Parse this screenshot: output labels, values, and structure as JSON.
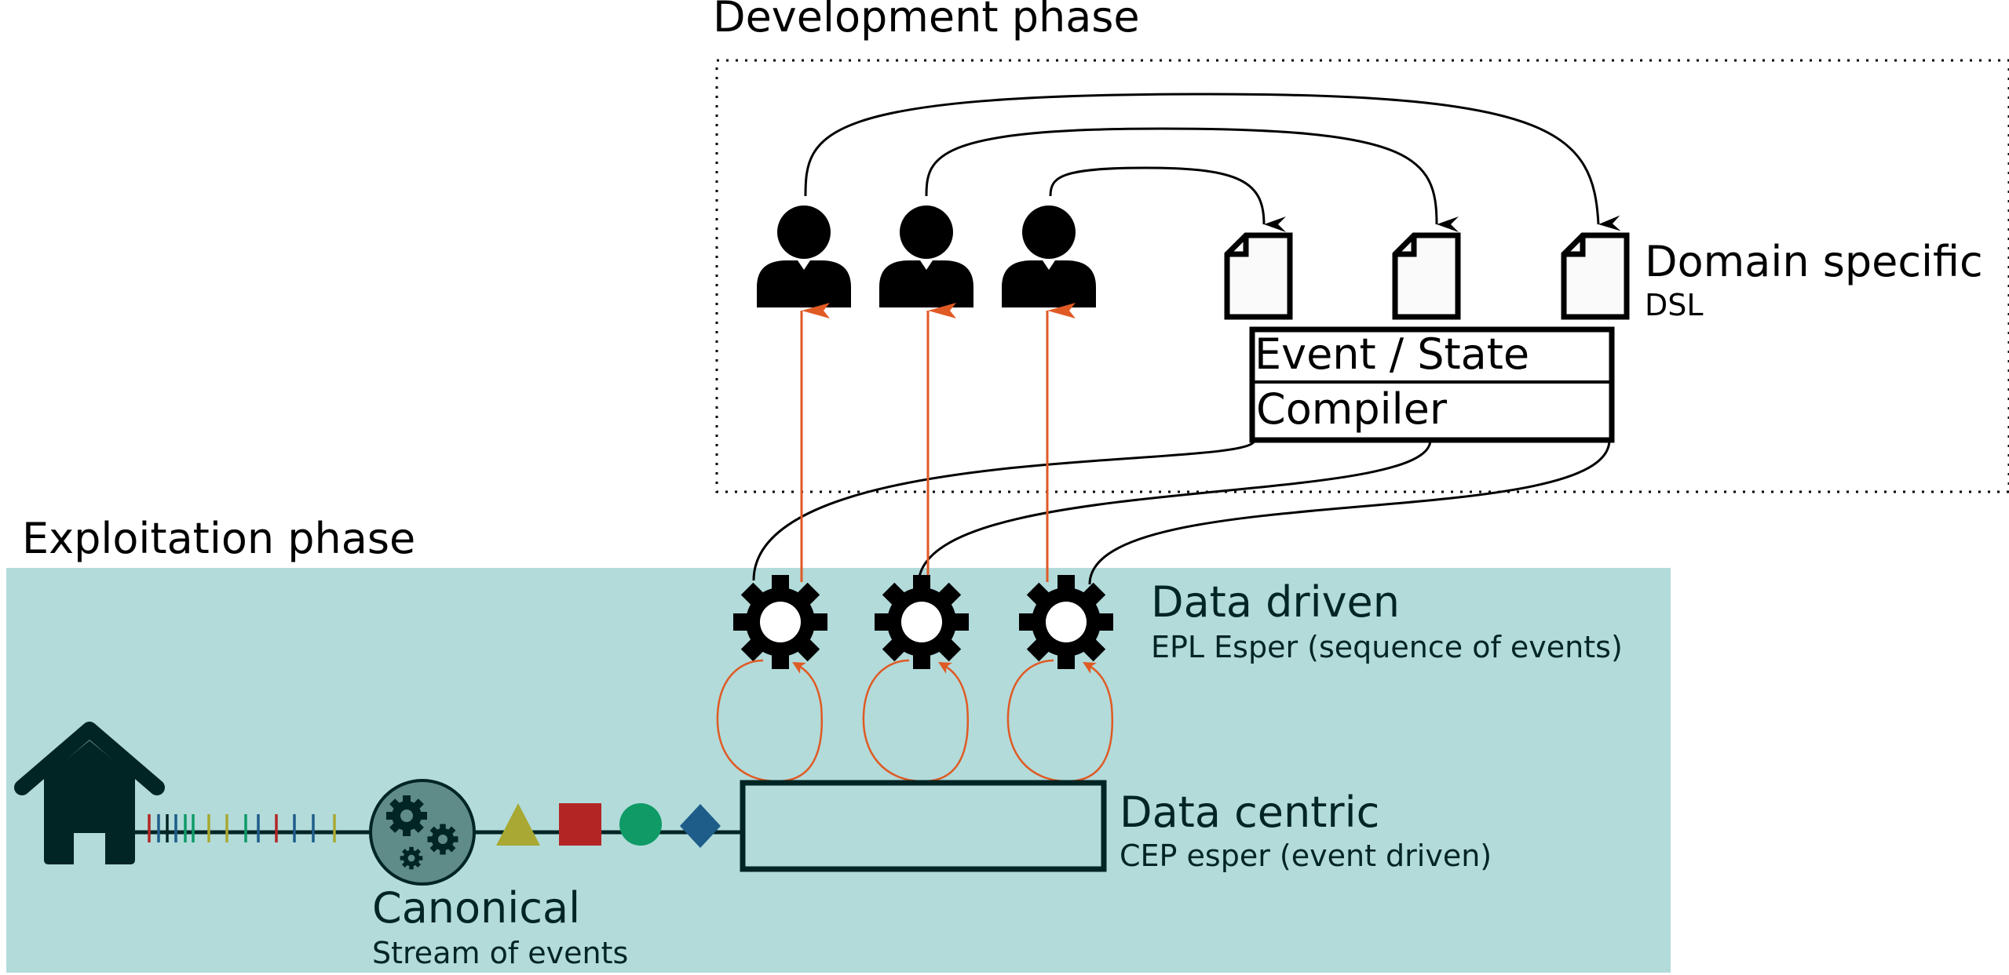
{
  "development": {
    "phase_label": "Development phase",
    "domain_title": "Domain specific",
    "domain_subtitle": "DSL",
    "compiler_line1": "Event / State",
    "compiler_line2": "Compiler"
  },
  "exploitation": {
    "phase_label": "Exploitation phase",
    "data_driven_title": "Data driven",
    "data_driven_subtitle": "EPL Esper (sequence of events)",
    "data_centric_title": "Data centric",
    "data_centric_subtitle": "CEP esper (event driven)",
    "canonical_title": "Canonical",
    "canonical_subtitle": "Stream of events"
  },
  "icons": [
    "house-icon",
    "person-icon",
    "document-icon",
    "gear-icon",
    "gears-icon",
    "triangle-icon",
    "square-icon",
    "circle-icon",
    "diamond-icon"
  ],
  "colors": {
    "exploitation_bg": "#b2dbda",
    "dark_teal": "#012524",
    "canonical_fill": "#5f8c89",
    "arrow_orange": "#e05a24",
    "triangle": "#a8a832",
    "square": "#b32525",
    "circle": "#0f9a66",
    "diamond": "#1e5d8a"
  }
}
